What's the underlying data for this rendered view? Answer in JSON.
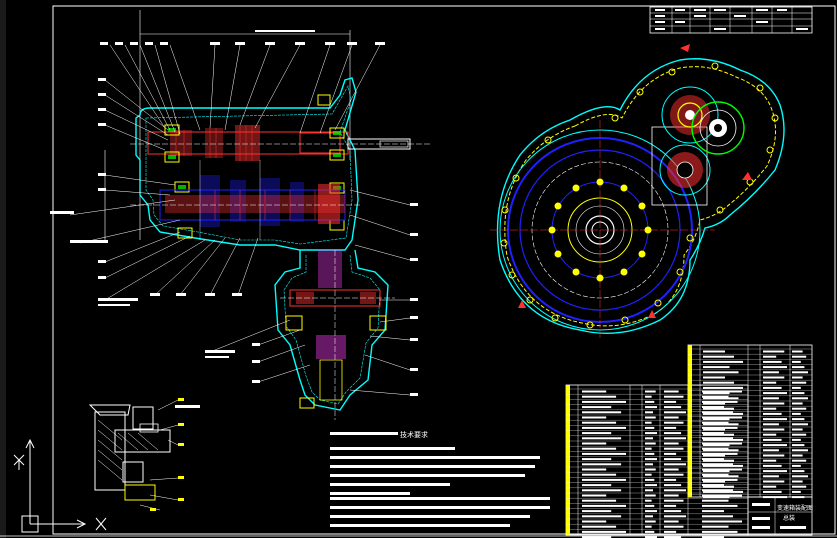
{
  "drawing": {
    "tech_req_title": "技术要求",
    "title_block_name": "变速箱装配图",
    "title_block_sub": "总装"
  },
  "colors": {
    "background": "#000000",
    "white": "#ffffff",
    "cyan": "#00ffff",
    "red": "#ff3030",
    "blue": "#2020ff",
    "yellow": "#ffff00",
    "magenta": "#ff40ff",
    "green": "#00ff00"
  }
}
